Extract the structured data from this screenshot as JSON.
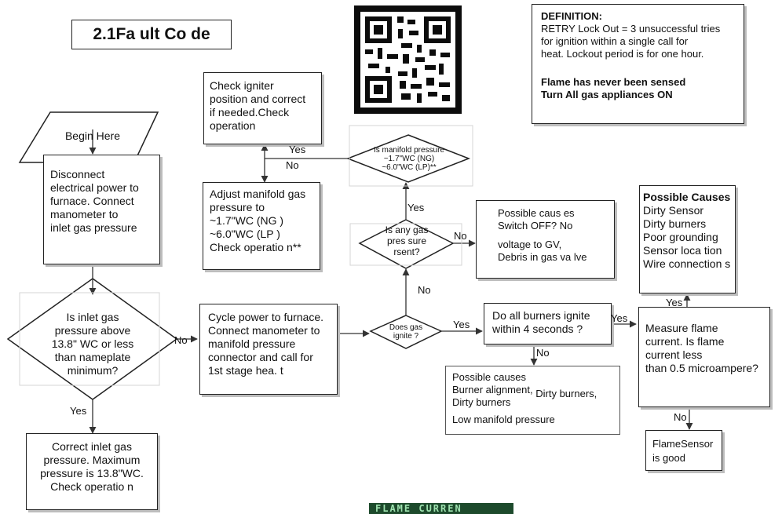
{
  "title": "2.1Fa ult Co de",
  "definition": {
    "heading": "DEFINITION:",
    "lines": [
      "RETRY Lock Out = 3 unsuccessful tries",
      "for ignition within a single call for",
      "heat. Lockout period is for one hour."
    ],
    "note_lines": [
      "Flame has never been sensed",
      "Turn All gas appliances ON"
    ]
  },
  "begin": "Begin Here",
  "disconnect": [
    "Disconnect",
    "electrical power to",
    "furnace. Connect",
    "manometer to",
    "inlet gas pressure"
  ],
  "inlet_decision": [
    "Is inlet gas",
    "pressure above",
    "13.8\" WC or less",
    "than nameplate",
    "minimum?"
  ],
  "correct_inlet": [
    "Correct inlet gas",
    "pressure. Maximum",
    "pressure is 13.8\"WC.",
    "Check operatio n"
  ],
  "cycle_power": [
    "Cycle power to furnace.",
    "Connect manometer to",
    "manifold pressure",
    "connector and call for",
    "1st stage hea. t"
  ],
  "gas_ignite": [
    "Does gas",
    "ignite ?"
  ],
  "any_gas": [
    "Is any gas",
    "pres sure",
    "rsent?"
  ],
  "manifold_decision": [
    "Is manifold pressure",
    "~1.7\"WC (NG)",
    "~6.0\"WC (LP)**"
  ],
  "check_igniter": [
    "Check igniter",
    "position and correct",
    "if needed.Check",
    "operation"
  ],
  "adjust_manifold": [
    "Adjust manifold gas",
    "pressure to",
    "~1.7\"WC (NG )",
    "~6.0\"WC (LP )",
    "Check operatio n**"
  ],
  "possible_gv": [
    "Possible caus es",
    "Switch OFF? No",
    "voltage to GV,",
    "Debris in gas va lve"
  ],
  "burners_ignite": [
    "Do all burners ignite",
    "within 4 seconds ?"
  ],
  "possible_burner": [
    "Possible causes",
    "Burner  alignment,",
    "Dirty burners,",
    "Dirty burners",
    "Low manifold pressure"
  ],
  "measure_flame": [
    "Measure flame",
    "current. Is flame",
    "current less",
    "than 0.5 microampere?"
  ],
  "possible_causes_right": {
    "heading": "Possible Causes",
    "items": [
      "Dirty Sensor",
      "Dirty burners",
      "Poor grounding",
      "Sensor loca tion",
      "Wire connection s"
    ]
  },
  "flame_sensor": [
    "FlameSensor",
    "is good"
  ],
  "labels": {
    "yes": "Yes",
    "no": "No"
  },
  "banner": "FLAME CURREN",
  "qr_icon": "qr-code-icon",
  "colors": {
    "stroke": "#222222",
    "banner_bg": "#1d4a2c"
  }
}
